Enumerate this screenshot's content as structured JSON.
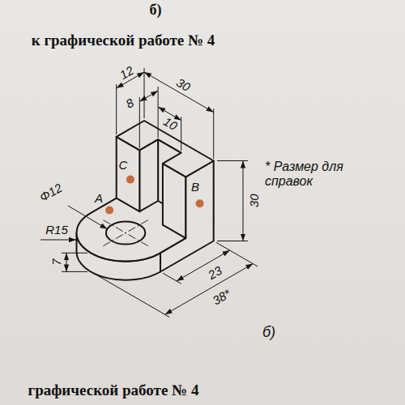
{
  "diagram": {
    "labels": [
      "б)",
      "к графической работе № 4",
      "12",
      "8",
      "30",
      "10",
      "C",
      "B",
      "30",
      "* Размер для справок",
      "Φ12",
      "A",
      "R15",
      "23",
      "38*",
      "7",
      "б)",
      "графической работе № 4"
    ]
  }
}
